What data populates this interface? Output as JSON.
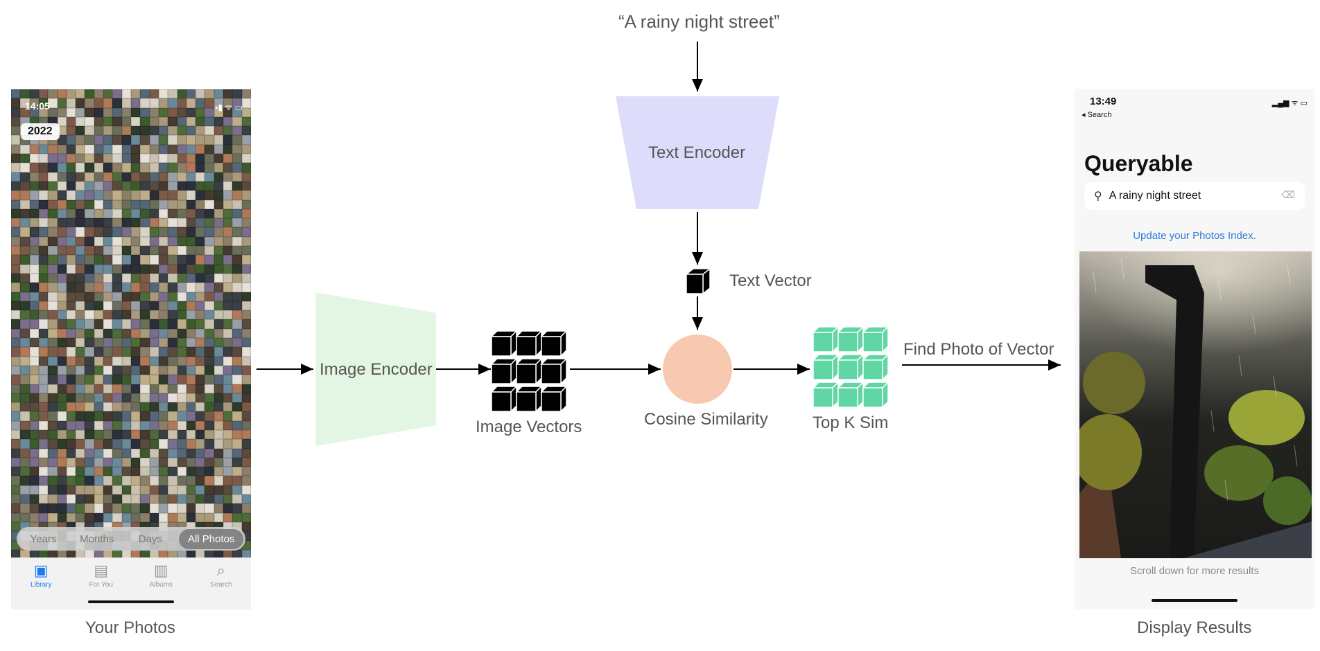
{
  "query_text": "“A rainy night street”",
  "nodes": {
    "text_encoder": "Text Encoder",
    "text_vector": "Text Vector",
    "image_encoder": "Image Encoder",
    "image_vectors": "Image Vectors",
    "cosine_similarity": "Cosine Similarity",
    "top_k_sim": "Top K Sim",
    "find_photo": "Find Photo of Vector"
  },
  "captions": {
    "your_photos": "Your Photos",
    "display_results": "Display Results"
  },
  "colors": {
    "image_encoder": "#e3f5e3",
    "text_encoder": "#ddddfb",
    "cosine_similarity": "#f7c9b0",
    "top_k_cubes": "#5fd6a4",
    "image_vector_cubes": "#000000"
  },
  "photos_app": {
    "time": "14:05",
    "year_badge": "2022",
    "segments": [
      "Years",
      "Months",
      "Days",
      "All Photos"
    ],
    "active_segment": "All Photos",
    "tabs": [
      {
        "label": "Library",
        "icon": "photo-library-icon"
      },
      {
        "label": "For You",
        "icon": "for-you-icon"
      },
      {
        "label": "Albums",
        "icon": "albums-icon"
      },
      {
        "label": "Search",
        "icon": "search-icon"
      }
    ],
    "active_tab": "Library"
  },
  "queryable_app": {
    "time": "13:49",
    "back_label": "◂ Search",
    "title": "Queryable",
    "search_value": "A rainy night street",
    "update_link": "Update your Photos Index.",
    "footer_text": "Scroll down for more results"
  }
}
